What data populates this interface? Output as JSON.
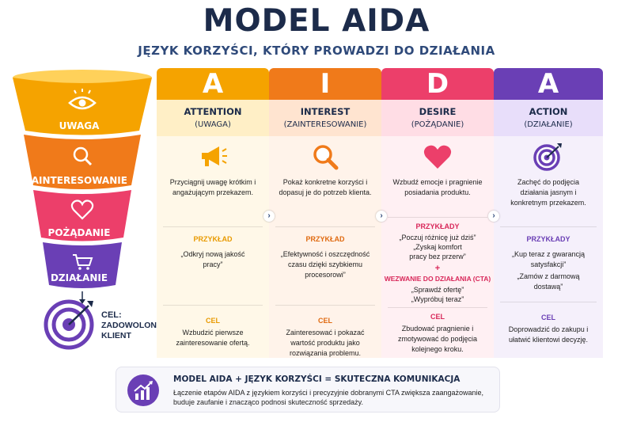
{
  "title": "MODEL AIDA",
  "subtitle": "JĘZYK KORZYŚCI, KTÓRY PROWADZI DO DZIAŁANIA",
  "funnel": {
    "stages": [
      "UWAGA",
      "ZAINTERESOWANIE",
      "POŻĄDANIE",
      "DZIAŁANIE"
    ],
    "goal_line1": "CEL:",
    "goal_line2": "ZADOWOLONY",
    "goal_line3": "KLIENT"
  },
  "columns": [
    {
      "letter": "A",
      "en": "ATTENTION",
      "pl": "(UWAGA)",
      "icon": "megaphone-icon",
      "desc": "Przyciągnij uwagę krótkim i angażującym przekazem.",
      "example_title": "PRZYKŁAD",
      "examples": [
        "„Odkryj nową jakość pracy”"
      ],
      "goal_title": "CEL",
      "goal": "Wzbudzić pierwsze zainteresowanie ofertą."
    },
    {
      "letter": "I",
      "en": "INTEREST",
      "pl": "(ZAINTERESOWANIE)",
      "icon": "magnifier-icon",
      "desc": "Pokaż konkretne korzyści i dopasuj je do potrzeb klienta.",
      "example_title": "PRZYKŁAD",
      "examples": [
        "„Efektywność i oszczędność czasu dzięki szybkiemu procesorowi”"
      ],
      "goal_title": "CEL",
      "goal": "Zainteresować i pokazać wartość produktu jako rozwiązania problemu."
    },
    {
      "letter": "D",
      "en": "DESIRE",
      "pl": "(POŻĄDANIE)",
      "icon": "heart-icon",
      "desc": "Wzbudź emocje i pragnienie posiadania produktu.",
      "example_title": "PRZYKŁADY",
      "examples": [
        "„Poczuj różnicę już dziś”",
        "„Zyskaj komfort pracy bez przerw”"
      ],
      "plus": "+",
      "cta_title": "WEZWANIE DO DZIAŁANIA (CTA)",
      "cta": [
        "„Sprawdź ofertę”",
        "„Wypróbuj teraz”"
      ],
      "goal_title": "CEL",
      "goal": "Zbudować pragnienie i zmotywować do podjęcia kolejnego kroku."
    },
    {
      "letter": "A",
      "en": "ACTION",
      "pl": "(DZIAŁANIE)",
      "icon": "target-icon",
      "desc": "Zachęć do podjęcia działania jasnym i konkretnym przekazem.",
      "example_title": "PRZYKŁADY",
      "examples": [
        "„Kup teraz z gwarancją satysfakcji”",
        "„Zamów z darmową dostawą”"
      ],
      "goal_title": "CEL",
      "goal": "Doprowadzić do zakupu i ułatwić klientowi decyzję."
    }
  ],
  "colors": {
    "attention": "#f5a300",
    "interest": "#f07a1a",
    "desire": "#ec3f6a",
    "action": "#6a3fb5",
    "navy": "#1c2b4a"
  },
  "bottom": {
    "icon": "growth-chart-icon",
    "title": "MODEL AIDA + JĘZYK KORZYŚCI = SKUTECZNA KOMUNIKACJA",
    "text": "Łączenie etapów AIDA z językiem korzyści i precyzyjnie dobranymi CTA zwiększa zaangażowanie, buduje zaufanie i znacząco podnosi skuteczność sprzedaży."
  }
}
